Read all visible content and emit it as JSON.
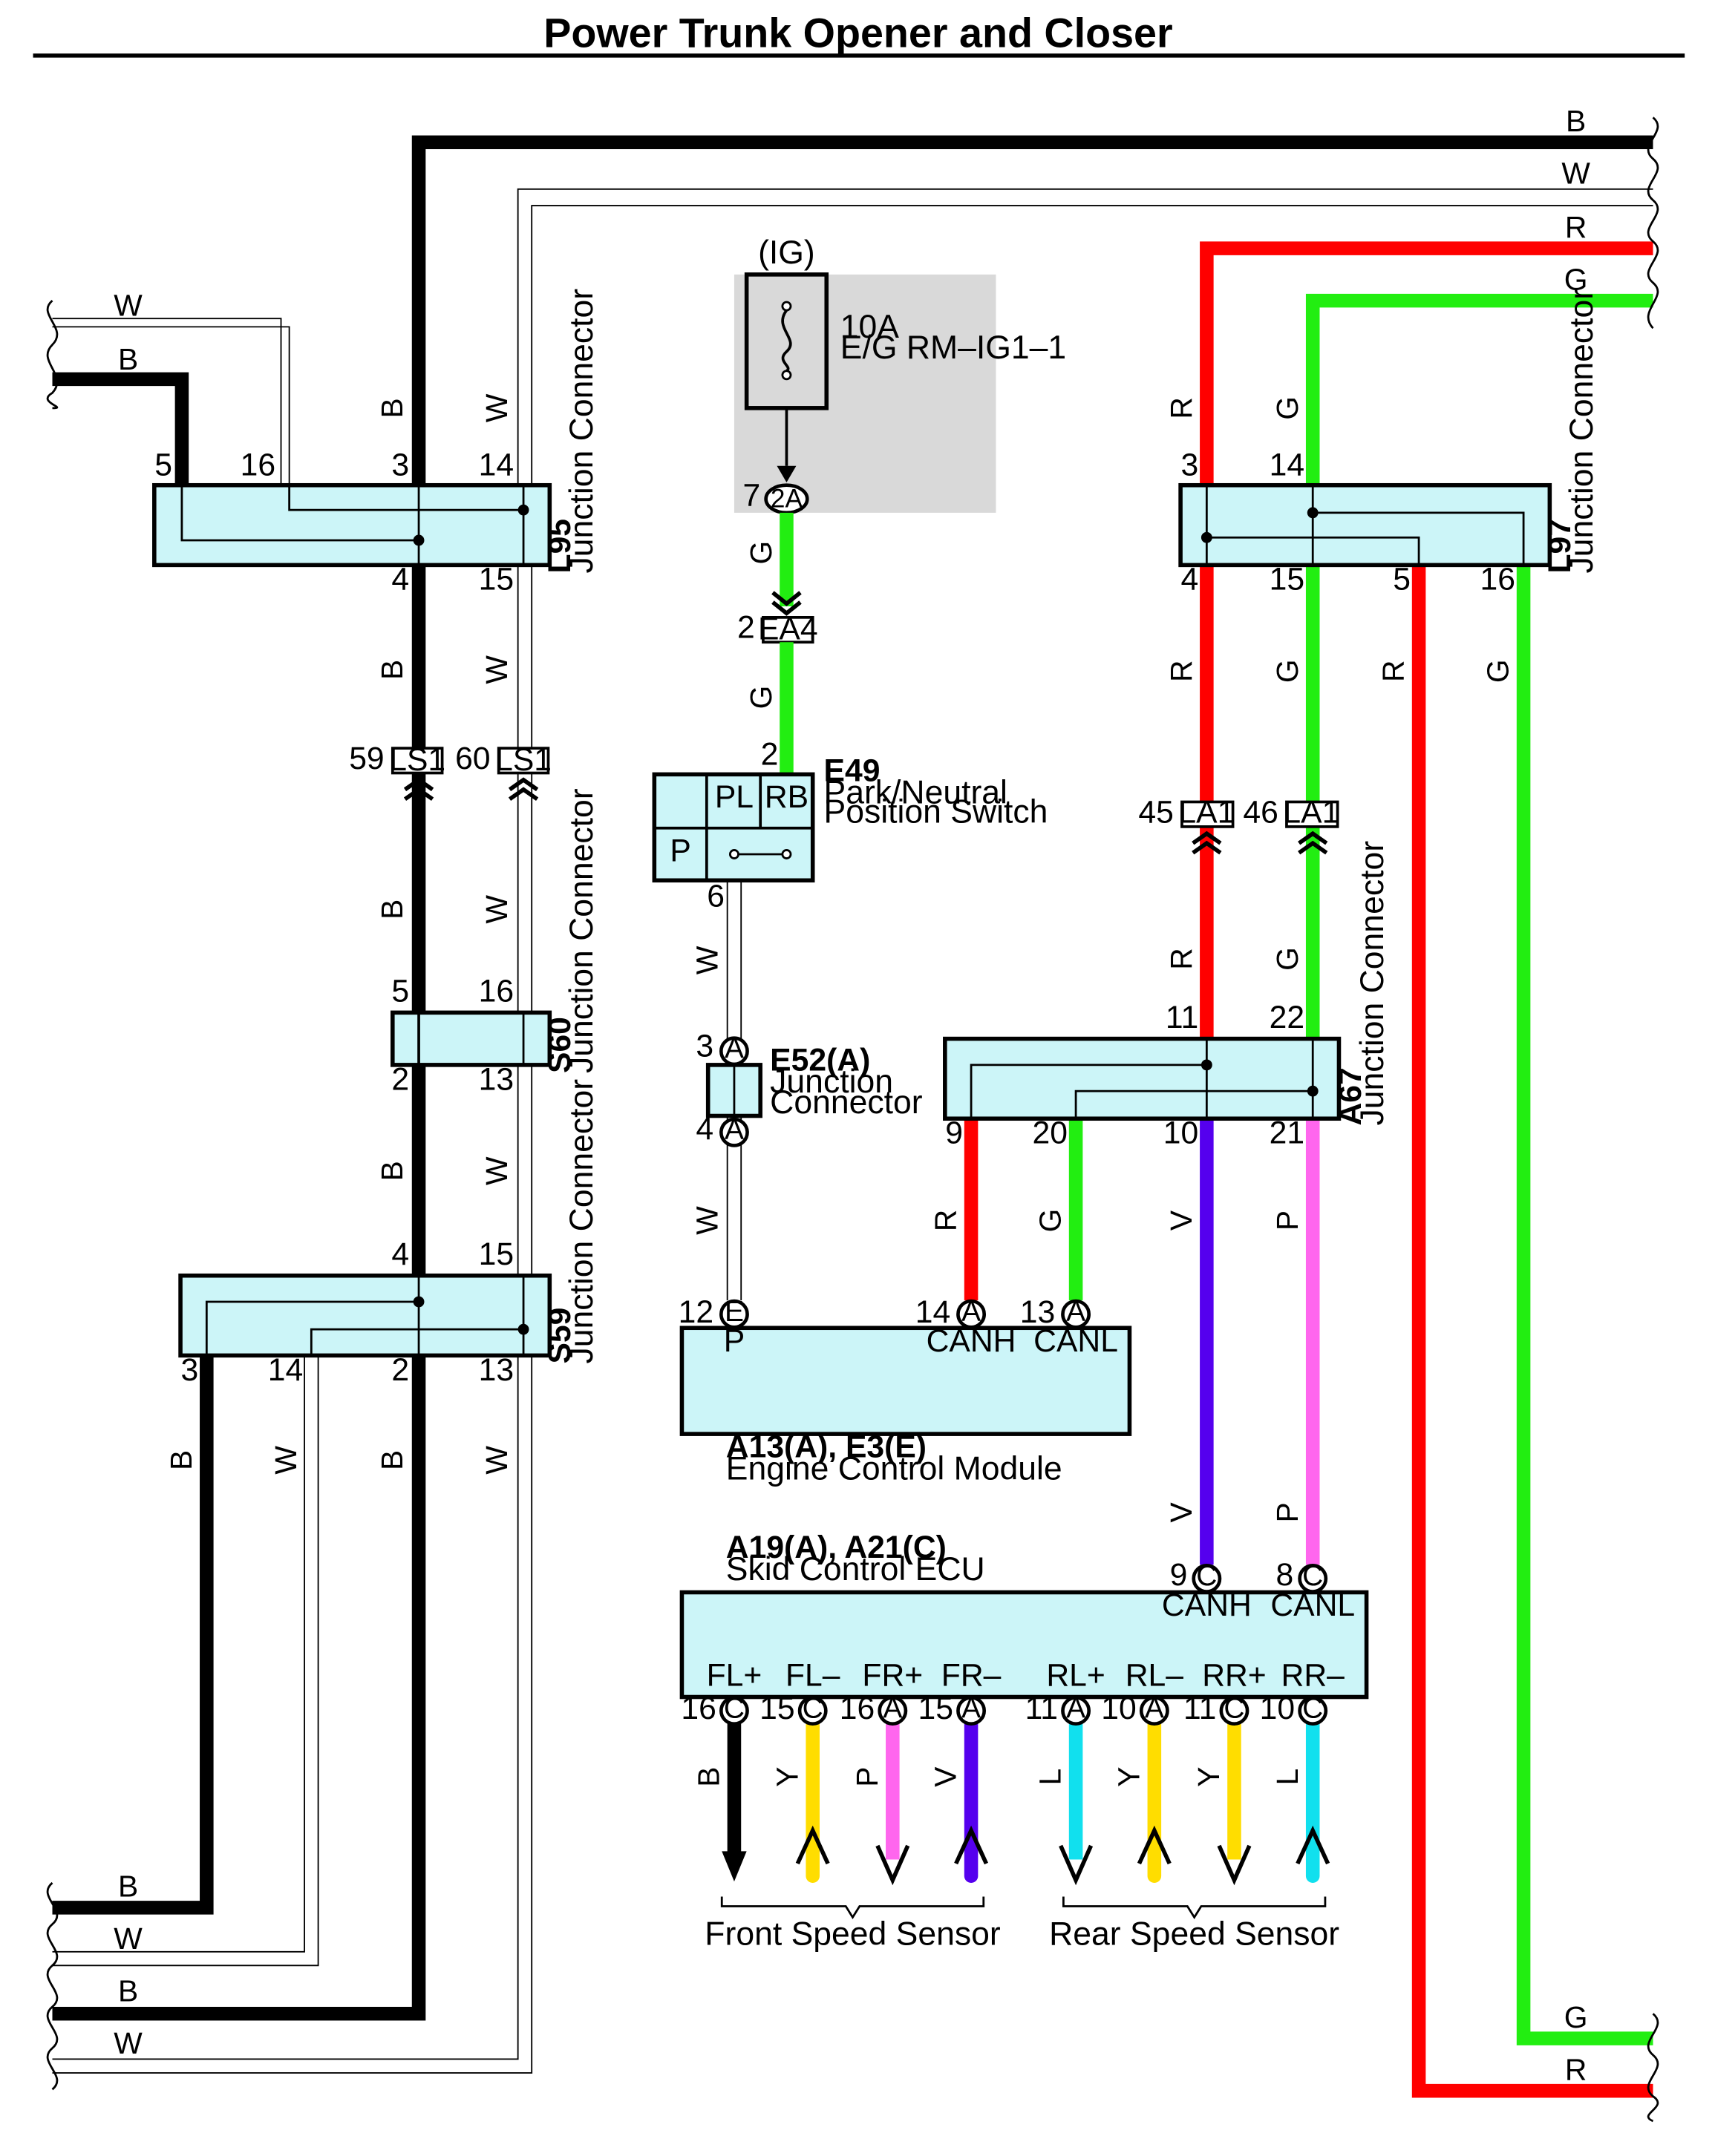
{
  "title": "Power Trunk Opener and Closer",
  "colors": {
    "B": "#000000",
    "W": "#ffffff",
    "R": "#ff0000",
    "G": "#22ee11",
    "V": "#5500ee",
    "P": "#ff66ee",
    "Y": "#ffdd00",
    "L": "#11e0ee",
    "connector_fill": "#ccf5f8",
    "fuse_box": "#d9d9d9"
  },
  "fuse": {
    "source": "(IG)",
    "rating": "10A",
    "name": "E/G RM–IG1–1"
  },
  "connectors": {
    "L95": {
      "code": "L95",
      "desc": "Junction Connector",
      "pins": {
        "p5": "5",
        "p16": "16",
        "p3": "3",
        "p14": "14",
        "p4": "4",
        "p15": "15"
      }
    },
    "S60": {
      "code": "S60",
      "desc": "Junction Connector",
      "pins": {
        "p5": "5",
        "p16": "16",
        "p2": "2",
        "p13": "13"
      }
    },
    "S59": {
      "code": "S59",
      "desc": "Junction Connector",
      "pins": {
        "p4": "4",
        "p15": "15",
        "p3": "3",
        "p14": "14",
        "p2": "2",
        "p13": "13"
      }
    },
    "L97": {
      "code": "L97",
      "desc": "Junction Connector",
      "pins": {
        "p3": "3",
        "p14": "14",
        "p4": "4",
        "p15": "15",
        "p5": "5",
        "p16": "16"
      }
    },
    "A67": {
      "code": "A67",
      "desc": "Junction Connector",
      "pins": {
        "p11": "11",
        "p22": "22",
        "p9": "9",
        "p20": "20",
        "p10": "10",
        "p21": "21"
      }
    },
    "E49": {
      "code": "E49",
      "desc1": "Park/Neutral",
      "desc2": "Position Switch",
      "PL": "PL",
      "RB": "RB",
      "P": "P",
      "pin2": "2",
      "pin6": "6"
    },
    "E52": {
      "code": "E52(A)",
      "desc1": "Junction",
      "desc2": "Connector",
      "pin3": "3",
      "pin4": "4",
      "letter": "A"
    },
    "ECM": {
      "code": "A13(A), E3(E)",
      "desc": "Engine Control Module",
      "P": "P",
      "CANH": "CANH",
      "CANL": "CANL",
      "pin12": "12",
      "pin14": "14",
      "pin13": "13",
      "l12": "E",
      "l14": "A",
      "l13": "A"
    },
    "ECU": {
      "code": "A19(A), A21(C)",
      "desc": "Skid Control ECU",
      "CANH": "CANH",
      "CANL": "CANL",
      "pin9": "9",
      "pin8": "8",
      "lc": "C"
    }
  },
  "inline": {
    "LS1a": {
      "pin": "59",
      "code": "LS1"
    },
    "LS1b": {
      "pin": "60",
      "code": "LS1"
    },
    "LA1a": {
      "pin": "45",
      "code": "LA1"
    },
    "LA1b": {
      "pin": "46",
      "code": "LA1"
    },
    "EA4": {
      "pin": "2",
      "code": "EA4"
    },
    "A2": {
      "pin": "7",
      "code": "2A"
    }
  },
  "wire_labels": {
    "B": "B",
    "W": "W",
    "R": "R",
    "G": "G",
    "V": "V",
    "P": "P",
    "Y": "Y",
    "L": "L"
  },
  "ecu_terminals": [
    {
      "sig": "FL+",
      "pin": "16",
      "letter": "C",
      "wire": "B",
      "arrow": "down"
    },
    {
      "sig": "FL–",
      "pin": "15",
      "letter": "C",
      "wire": "Y",
      "arrow": "up"
    },
    {
      "sig": "FR+",
      "pin": "16",
      "letter": "A",
      "wire": "P",
      "arrow": "down"
    },
    {
      "sig": "FR–",
      "pin": "15",
      "letter": "A",
      "wire": "V",
      "arrow": "up"
    },
    {
      "sig": "RL+",
      "pin": "11",
      "letter": "A",
      "wire": "L",
      "arrow": "down"
    },
    {
      "sig": "RL–",
      "pin": "10",
      "letter": "A",
      "wire": "Y",
      "arrow": "up"
    },
    {
      "sig": "RR+",
      "pin": "11",
      "letter": "C",
      "wire": "Y",
      "arrow": "down"
    },
    {
      "sig": "RR–",
      "pin": "10",
      "letter": "C",
      "wire": "L",
      "arrow": "up"
    }
  ],
  "sensors": {
    "front": "Front Speed Sensor",
    "rear": "Rear Speed Sensor"
  }
}
